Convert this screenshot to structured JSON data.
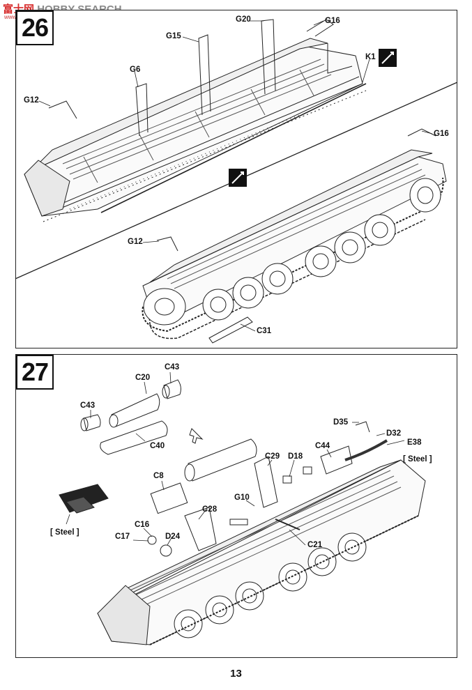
{
  "watermark": {
    "cn": "富士网",
    "text": "HOBBY SEARCH",
    "url": "www.hobbyshop.com"
  },
  "step26": {
    "number": "26",
    "labels": {
      "g20": "G20",
      "g16_top": "G16",
      "g15": "G15",
      "k1": "K1",
      "g6": "G6",
      "g12_top": "G12",
      "g16_mid": "G16",
      "g12_mid": "G12",
      "c31": "C31"
    }
  },
  "step27": {
    "number": "27",
    "labels": {
      "c43_a": "C43",
      "c20": "C20",
      "c43_b": "C43",
      "c40": "C40",
      "d35": "D35",
      "d32": "D32",
      "e38": "E38",
      "steel_right": "[ Steel ]",
      "c44": "C44",
      "c29": "C29",
      "d18": "D18",
      "c8": "C8",
      "g10": "G10",
      "c28": "C28",
      "c16": "C16",
      "c17": "C17",
      "d24": "D24",
      "c21": "C21",
      "steel_left": "[ Steel ]"
    }
  },
  "page_number": "13",
  "icons": [
    "flip-arrow-icon",
    "direction-arrow-icon"
  ]
}
